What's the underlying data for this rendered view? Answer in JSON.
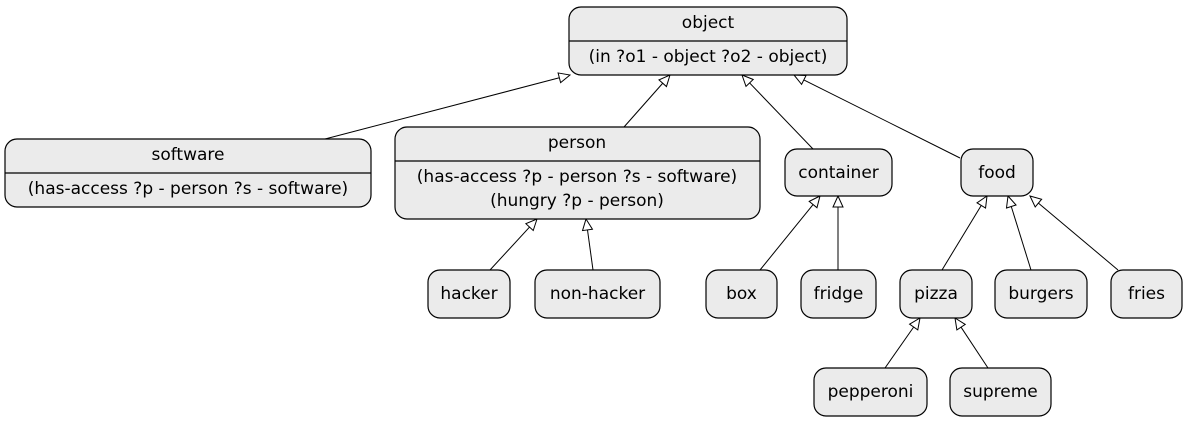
{
  "diagram": {
    "nodes": {
      "object": {
        "title": "object",
        "predicates": [
          "(in ?o1 - object ?o2 - object)"
        ]
      },
      "software": {
        "title": "software",
        "predicates": [
          "(has-access ?p - person ?s - software)"
        ]
      },
      "person": {
        "title": "person",
        "predicates": [
          "(has-access ?p - person ?s - software)",
          "(hungry ?p - person)"
        ]
      },
      "container": {
        "title": "container"
      },
      "food": {
        "title": "food"
      },
      "hacker": {
        "title": "hacker"
      },
      "non_hacker": {
        "title": "non-hacker"
      },
      "box": {
        "title": "box"
      },
      "fridge": {
        "title": "fridge"
      },
      "pizza": {
        "title": "pizza"
      },
      "burgers": {
        "title": "burgers"
      },
      "fries": {
        "title": "fries"
      },
      "pepperoni": {
        "title": "pepperoni"
      },
      "supreme": {
        "title": "supreme"
      }
    },
    "edges": [
      {
        "from": "software",
        "to": "object"
      },
      {
        "from": "person",
        "to": "object"
      },
      {
        "from": "container",
        "to": "object"
      },
      {
        "from": "food",
        "to": "object"
      },
      {
        "from": "hacker",
        "to": "person"
      },
      {
        "from": "non_hacker",
        "to": "person"
      },
      {
        "from": "box",
        "to": "container"
      },
      {
        "from": "fridge",
        "to": "container"
      },
      {
        "from": "pizza",
        "to": "food"
      },
      {
        "from": "burgers",
        "to": "food"
      },
      {
        "from": "fries",
        "to": "food"
      },
      {
        "from": "pepperoni",
        "to": "pizza"
      },
      {
        "from": "supreme",
        "to": "pizza"
      }
    ]
  }
}
